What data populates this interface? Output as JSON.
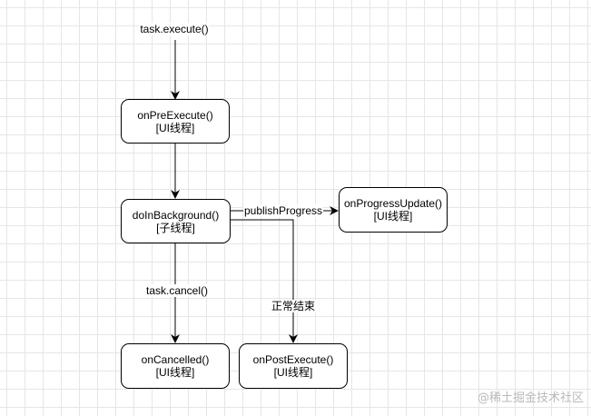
{
  "nodes": {
    "on_pre_execute": {
      "title": "onPreExecute()",
      "thread": "[UI线程]"
    },
    "do_in_background": {
      "title": "doInBackground()",
      "thread": "[子线程]"
    },
    "on_progress_update": {
      "title": "onProgressUpdate()",
      "thread": "[UI线程]"
    },
    "on_cancelled": {
      "title": "onCancelled()",
      "thread": "[UI线程]"
    },
    "on_post_execute": {
      "title": "onPostExecute()",
      "thread": "[UI线程]"
    }
  },
  "edges": {
    "execute": "task.execute()",
    "publish_progress": "publishProgress",
    "cancel": "task.cancel()",
    "normal_end": "正常结束"
  },
  "watermark": "@稀土掘金技术社区"
}
